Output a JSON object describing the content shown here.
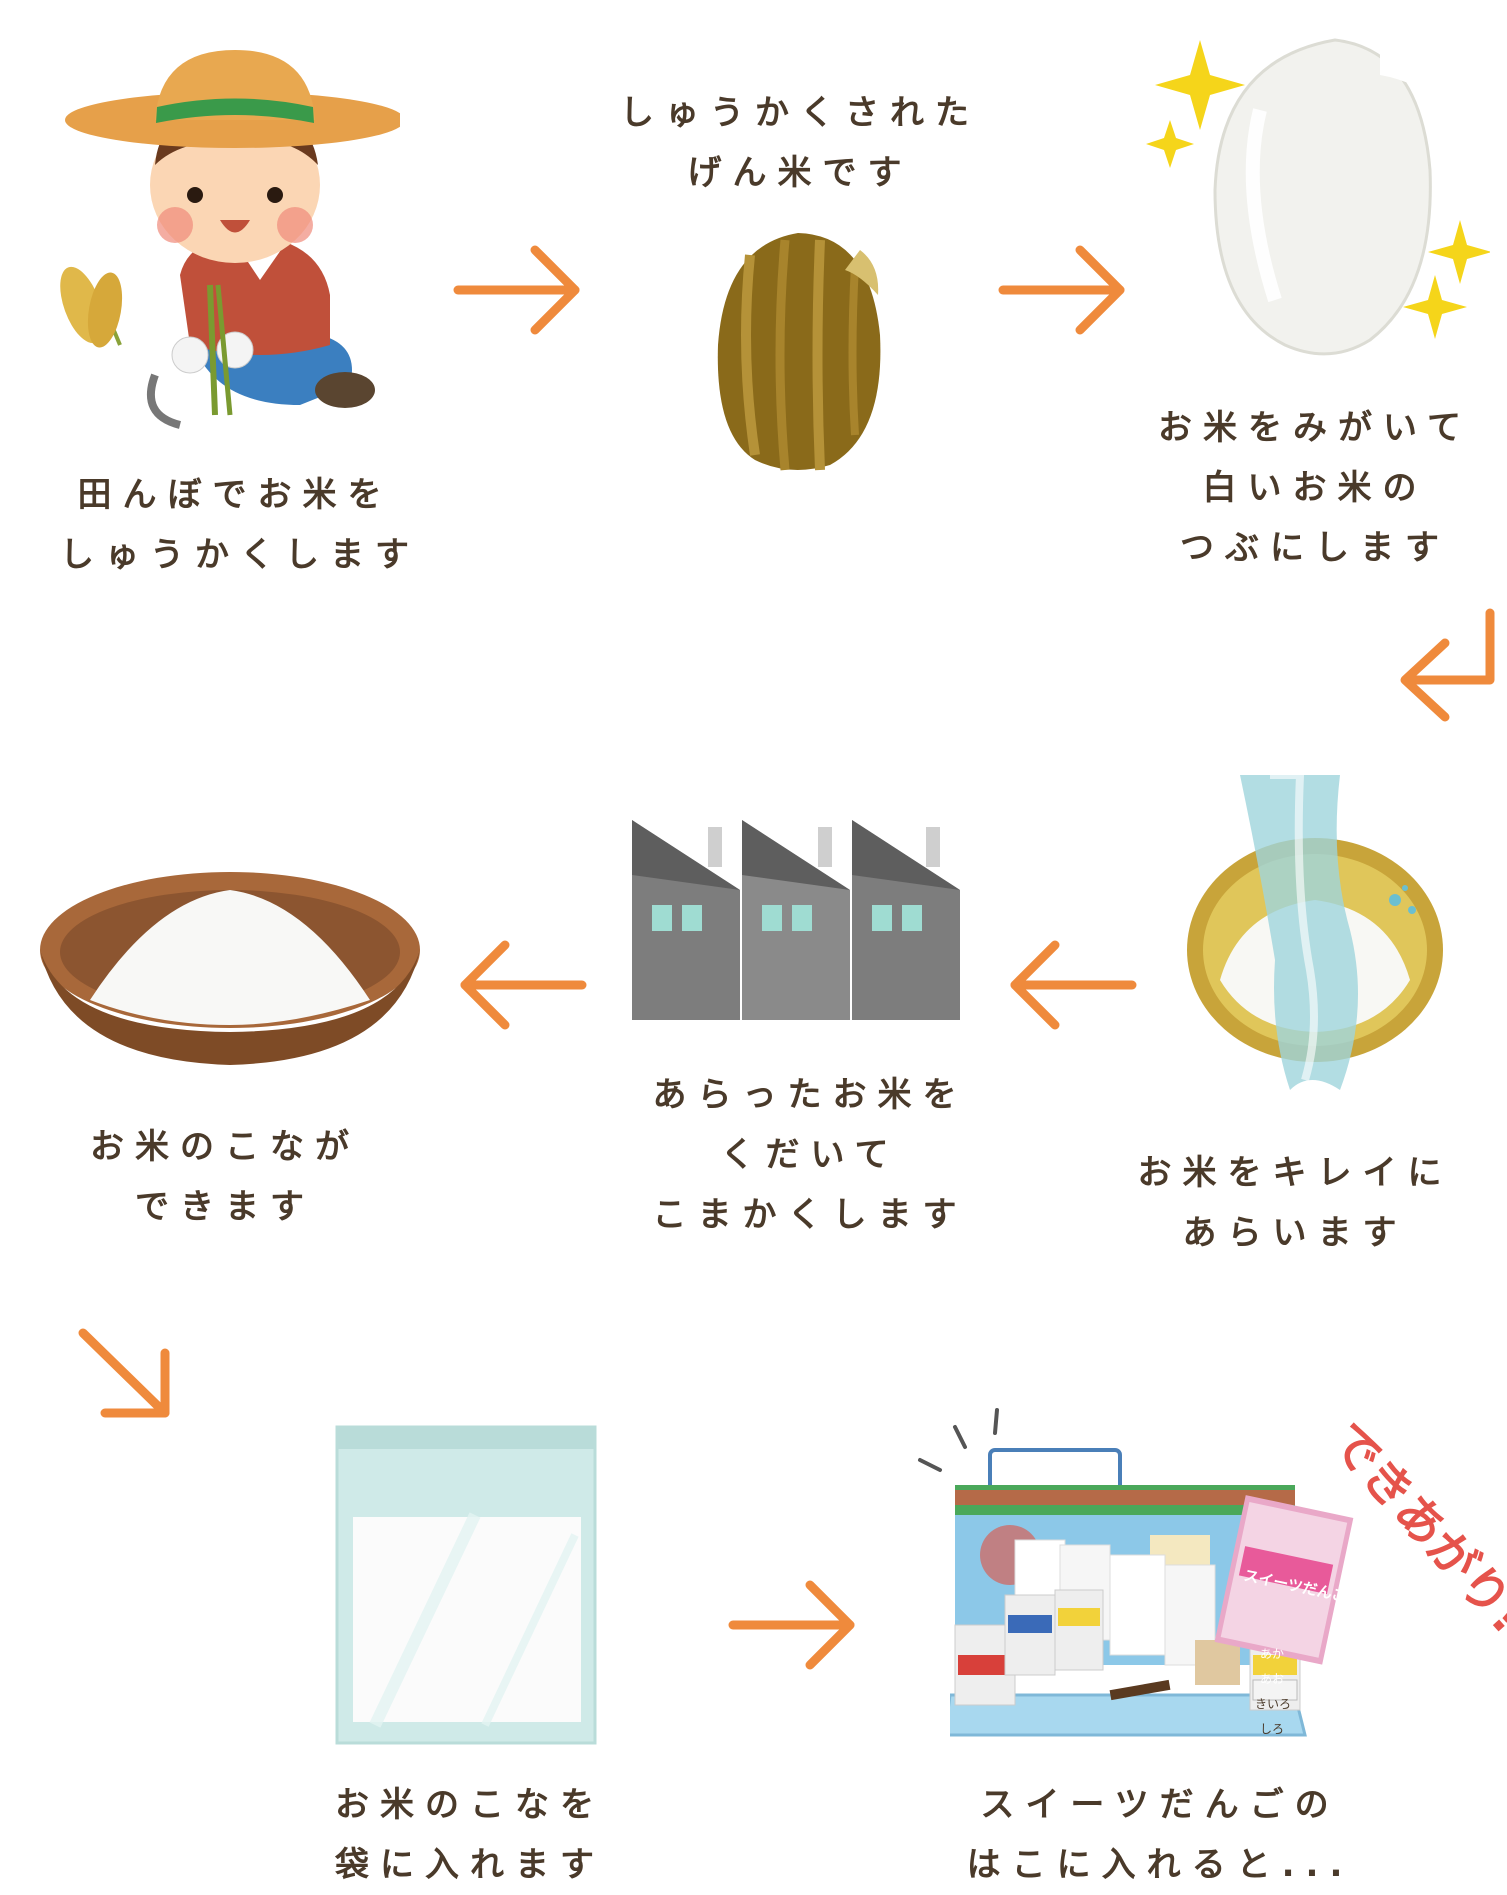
{
  "steps": [
    {
      "id": "harvest",
      "lines": [
        "田んぼでお米を",
        "しゅうかくします"
      ]
    },
    {
      "id": "brown-rice",
      "lines": [
        "しゅうかくされた",
        "げん米です"
      ]
    },
    {
      "id": "polish",
      "lines": [
        "お米をみがいて",
        "白いお米の",
        "つぶにします"
      ]
    },
    {
      "id": "wash",
      "lines": [
        "お米をキレイに",
        "あらいます"
      ]
    },
    {
      "id": "grind",
      "lines": [
        "あらったお米を",
        "くだいて",
        "こまかくします"
      ]
    },
    {
      "id": "flour",
      "lines": [
        "お米のこなが",
        "できます"
      ]
    },
    {
      "id": "bag",
      "lines": [
        "お米のこなを",
        "袋に入れます"
      ]
    },
    {
      "id": "box",
      "lines": [
        "スイーツだんごの",
        "はこに入れると..."
      ]
    }
  ],
  "finished_label": "できあがり!",
  "product": {
    "packet_labels": [
      "あか",
      "あお",
      "きいろ",
      "しろ"
    ],
    "box_logo": "スイーツだんご"
  },
  "colors": {
    "text": "#4a3a2a",
    "arrow": "#ef8a3c",
    "finished": "#e5534b"
  }
}
